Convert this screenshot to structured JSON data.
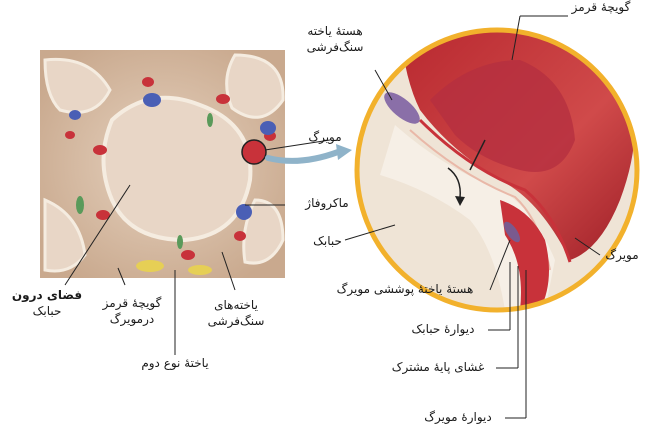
{
  "labels": {
    "red_blood_cell": "گویچهٔ قرمز",
    "squamous_nucleus_l1": "هستهٔ یاخته",
    "squamous_nucleus_l2": "سنگ‌فرشی",
    "capillary_small": "مویرگ",
    "macrophage": "ماکروفاژ",
    "alveolus": "حبابک",
    "capillary_right": "مویرگ",
    "endothelial_nucleus": "هستهٔ یاختهٔ پوششی مویرگ",
    "alveolar_wall": "دیوارهٔ حبابک",
    "basement_membrane": "غشای پایهٔ مشترک",
    "capillary_wall": "دیوارهٔ مویرگ",
    "alveolar_space_l1": "فضای درون",
    "alveolar_space_l2": "حبابک",
    "rbc_in_capillary_l1": "گویچهٔ قرمز",
    "rbc_in_capillary_l2": "درمویرگ",
    "squamous_cells_l1": "یاخته‌های",
    "squamous_cells_l2": "سنگ‌فرشی",
    "type2_cell": "یاختهٔ نوع دوم"
  },
  "colors": {
    "rim": "#f2b12c",
    "blood": "#c8323a",
    "tissue": "#d9bfa8",
    "nucleus": "#4a5fb5",
    "arrow": "#8fb3c9"
  }
}
